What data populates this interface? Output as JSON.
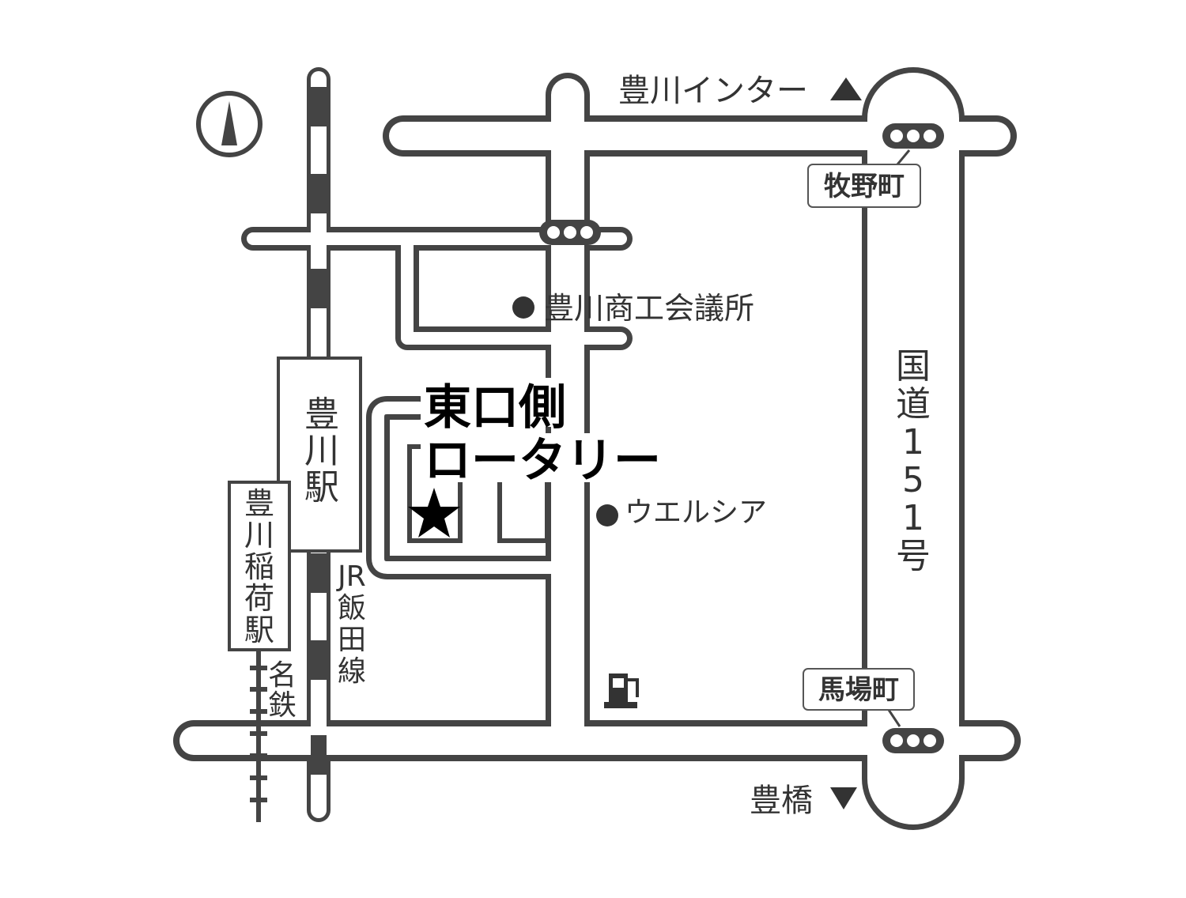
{
  "labels": {
    "interchange": "豊川インター",
    "toyohashi": "豊橋",
    "makino": "牧野町",
    "baba": "馬場町",
    "chamber": "豊川商工会議所",
    "welcia": "ウエルシア",
    "rotary_line1": "東口側",
    "rotary_line2": "ロータリー",
    "station_jr": "豊川駅",
    "station_meitetsu": "豊川稲荷駅",
    "jr_line": "JR飯田線",
    "meitetsu_line": "名鉄",
    "route": "国道151号"
  },
  "icons": {
    "north": "north-arrow-icon",
    "target": "star-icon",
    "gas": "gas-station-icon",
    "signal": "traffic-signal-icon",
    "up": "triangle-up-icon",
    "down": "triangle-down-icon",
    "poi": "poi-dot-icon"
  },
  "colors": {
    "road_fill": "#ffffff",
    "road_outline": "#444444",
    "text": "#333333",
    "accent": "#000000"
  }
}
